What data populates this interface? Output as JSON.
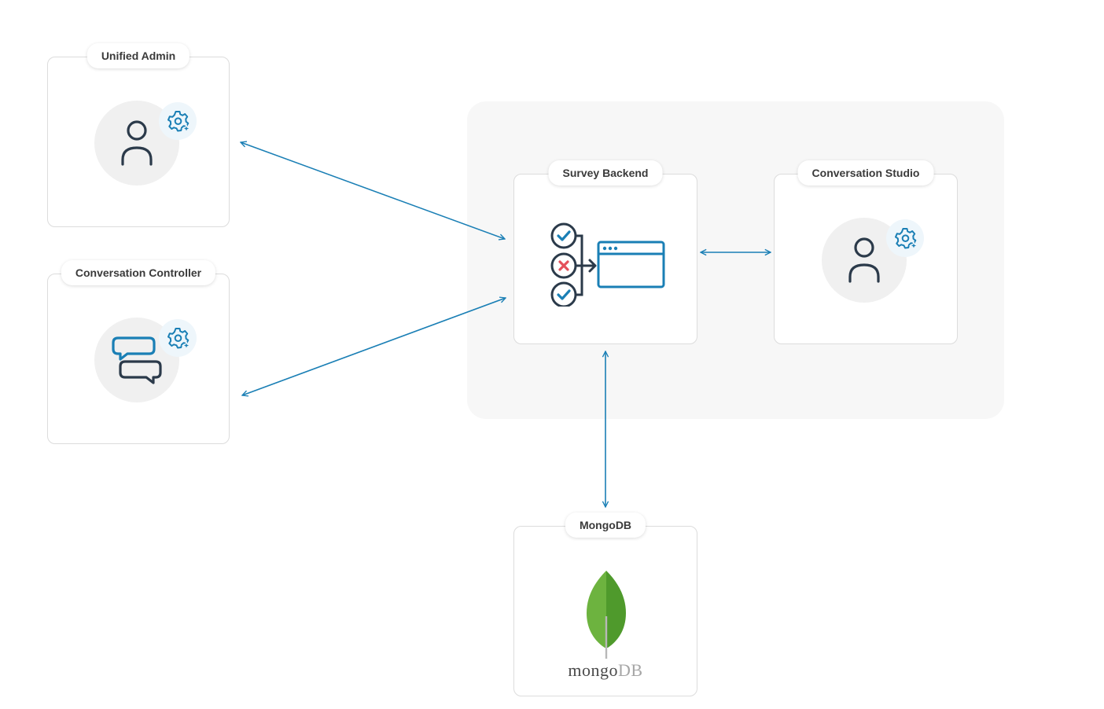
{
  "nodes": {
    "unified_admin": {
      "label": "Unified Admin"
    },
    "conversation_controller": {
      "label": "Conversation Controller"
    },
    "survey_backend": {
      "label": "Survey Backend"
    },
    "conversation_studio": {
      "label": "Conversation Studio"
    },
    "mongodb": {
      "label": "MongoDB",
      "logo_text_primary": "mongo",
      "logo_text_secondary": "DB"
    }
  },
  "colors": {
    "accent": "#1a7fb5",
    "icon_dark": "#2b3a4a",
    "error": "#e4505a",
    "mongo_green_light": "#6db33f",
    "mongo_green_dark": "#4f9a2c",
    "mongo_text": "#4a4a4a",
    "mongo_text_light": "#a6a6a6"
  },
  "icons": {
    "user": "user-icon",
    "settings": "gear-sparkle-icon",
    "chat": "chat-bubbles-icon",
    "survey": "survey-checklist-icon",
    "database": "mongodb-leaf-icon"
  }
}
